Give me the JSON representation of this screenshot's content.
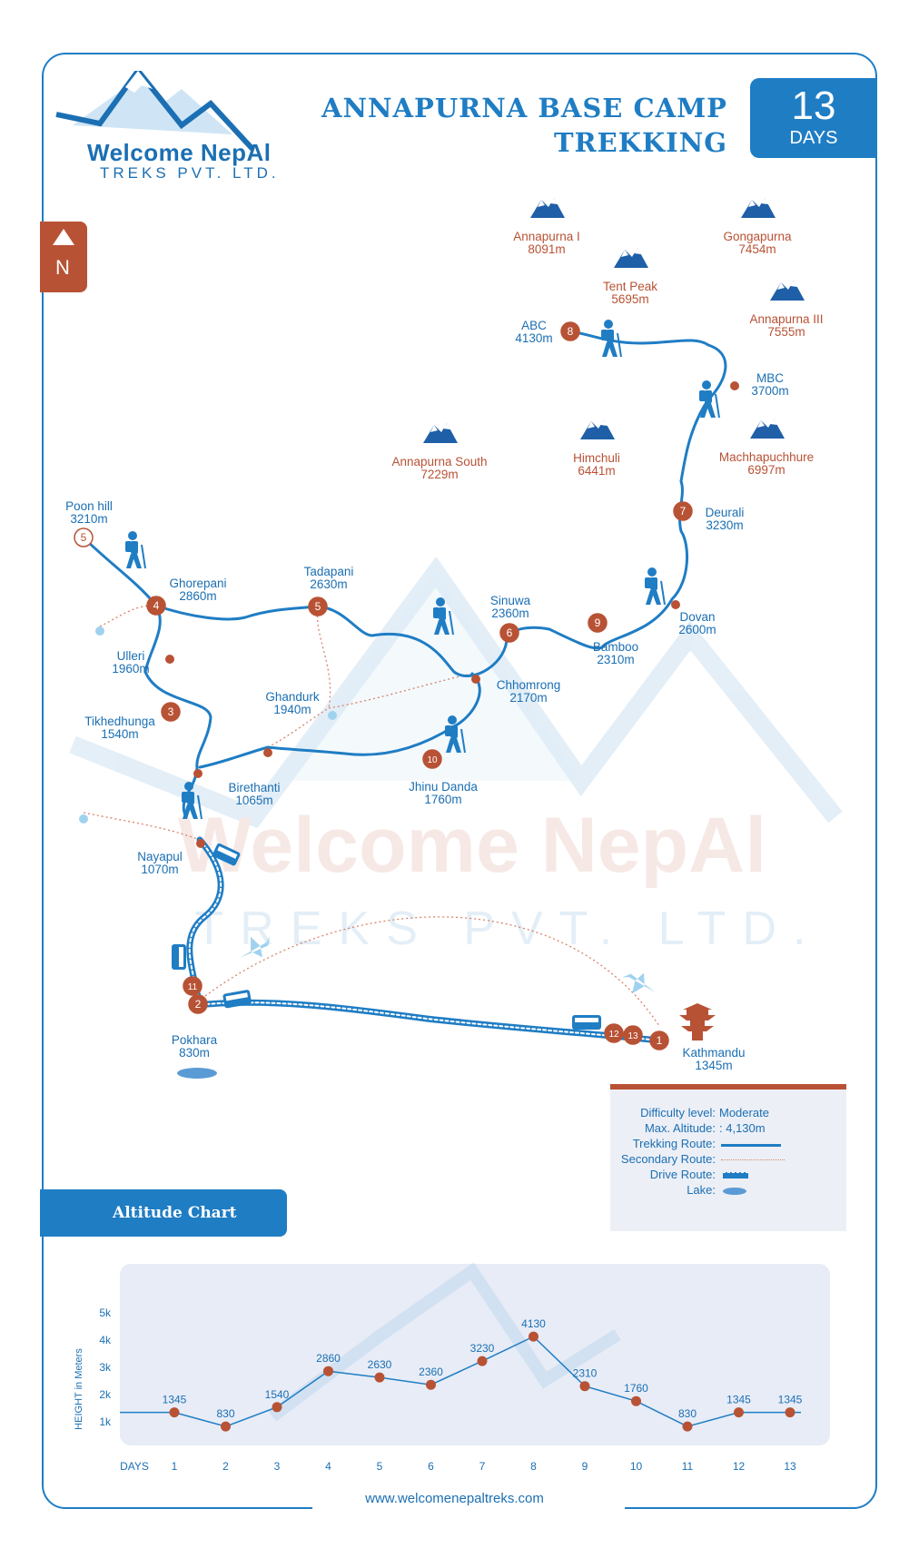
{
  "header": {
    "company_name": "Welcome NepAl",
    "company_sub": "TREKS PVT. LTD.",
    "title_line1": "ANNAPURNA BASE CAMP",
    "title_line2": "TREKKING",
    "days_number": "13",
    "days_label": "DAYS",
    "north_label": "N"
  },
  "watermark": {
    "word": "Welcome NepAl",
    "sub": "TREKS PVT. LTD."
  },
  "peaks": [
    {
      "name": "Annapurna I",
      "alt": "8091m"
    },
    {
      "name": "Gongapurna",
      "alt": "7454m"
    },
    {
      "name": "Tent Peak",
      "alt": "5695m"
    },
    {
      "name": "Annapurna III",
      "alt": "7555m"
    },
    {
      "name": "Annapurna South",
      "alt": "7229m"
    },
    {
      "name": "Himchuli",
      "alt": "6441m"
    },
    {
      "name": "Machhapuchhure",
      "alt": "6997m"
    }
  ],
  "places": [
    {
      "name": "ABC",
      "alt": "4130m"
    },
    {
      "name": "MBC",
      "alt": "3700m"
    },
    {
      "name": "Deurali",
      "alt": "3230m"
    },
    {
      "name": "Dovan",
      "alt": "2600m"
    },
    {
      "name": "Bamboo",
      "alt": "2310m"
    },
    {
      "name": "Sinuwa",
      "alt": "2360m"
    },
    {
      "name": "Chhomrong",
      "alt": "2170m"
    },
    {
      "name": "Tadapani",
      "alt": "2630m"
    },
    {
      "name": "Ghorepani",
      "alt": "2860m"
    },
    {
      "name": "Poon hill",
      "alt": "3210m"
    },
    {
      "name": "Ulleri",
      "alt": "1960m"
    },
    {
      "name": "Tikhedhunga",
      "alt": "1540m"
    },
    {
      "name": "Ghandurk",
      "alt": "1940m"
    },
    {
      "name": "Birethanti",
      "alt": "1065m"
    },
    {
      "name": "Jhinu Danda",
      "alt": "1760m"
    },
    {
      "name": "Nayapul",
      "alt": "1070m"
    },
    {
      "name": "Pokhara",
      "alt": "830m"
    },
    {
      "name": "Kathmandu",
      "alt": "1345m"
    }
  ],
  "day_markers": [
    "8",
    "7",
    "9",
    "6",
    "5",
    "4",
    "5",
    "3",
    "10",
    "11",
    "2",
    "12",
    "13",
    "1"
  ],
  "legend": {
    "difficulty_label": "Difficulty level:",
    "difficulty_value": "Moderate",
    "max_alt_label": "Max. Altitude:",
    "max_alt_value": ": 4,130m",
    "trekking_label": "Trekking Route:",
    "secondary_label": "Secondary Route:",
    "drive_label": "Drive Route:",
    "lake_label": "Lake:"
  },
  "colors": {
    "blue": "#1f7dc4",
    "rust": "#b85235",
    "panel": "#e7ecf6"
  },
  "altitude_tab": "Altitude Chart",
  "chart_data": {
    "type": "line",
    "title": "Altitude Chart",
    "xlabel": "DAYS",
    "ylabel": "HEIGHT in Meters",
    "categories": [
      "1",
      "2",
      "3",
      "4",
      "5",
      "6",
      "7",
      "8",
      "9",
      "10",
      "11",
      "12",
      "13"
    ],
    "values": [
      1345,
      830,
      1540,
      2860,
      2630,
      2360,
      3230,
      4130,
      2310,
      1760,
      830,
      1345,
      1345
    ],
    "y_ticks": [
      "1k",
      "2k",
      "3k",
      "4k",
      "5k"
    ],
    "ylim": [
      0,
      5500
    ],
    "grid": false
  },
  "footer": {
    "url": "www.welcomenepaltreks.com"
  }
}
